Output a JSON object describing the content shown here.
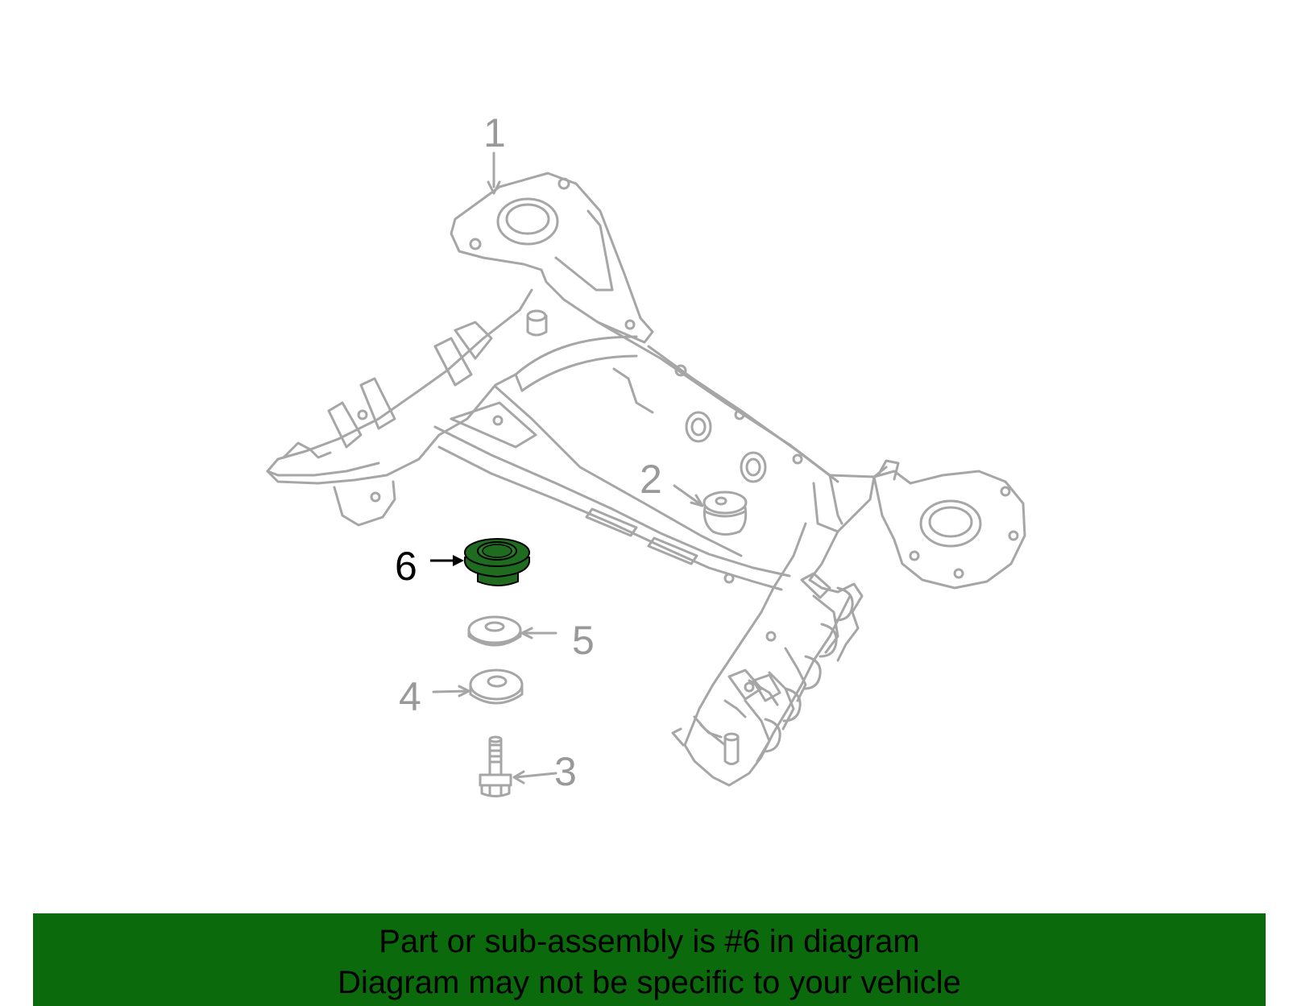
{
  "diagram": {
    "callouts": [
      {
        "id": "1",
        "label": "1"
      },
      {
        "id": "2",
        "label": "2"
      },
      {
        "id": "3",
        "label": "3"
      },
      {
        "id": "4",
        "label": "4"
      },
      {
        "id": "5",
        "label": "5"
      },
      {
        "id": "6",
        "label": "6"
      }
    ],
    "highlighted_part": "6",
    "colors": {
      "line_art": "#a6a6a6",
      "callout_text": "#999999",
      "highlight_fill": "#1f6b1f",
      "banner": "#0b6a0b"
    }
  },
  "footer": {
    "line1": "Part or sub-assembly is #6 in diagram",
    "line2": "Diagram may not be specific to your vehicle"
  }
}
